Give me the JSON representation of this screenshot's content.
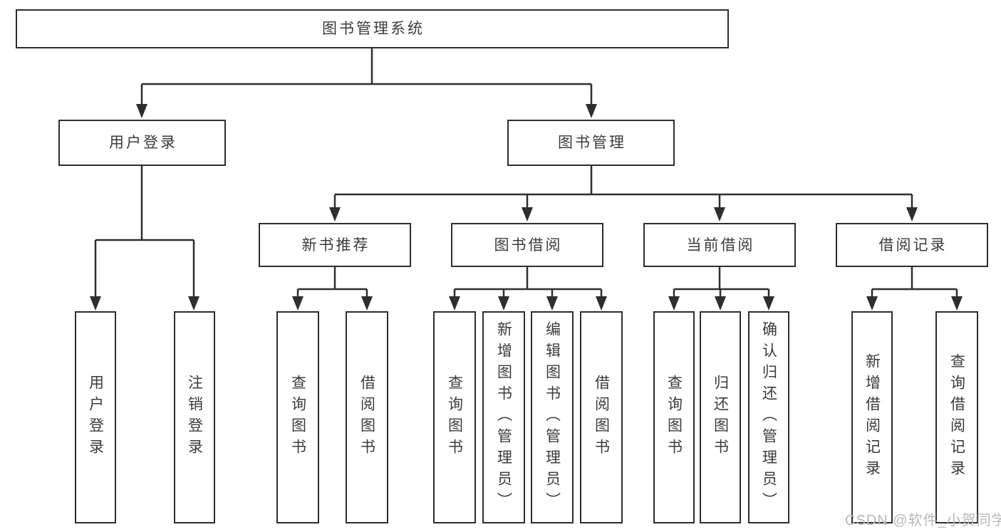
{
  "diagram": {
    "root": "图书管理系统",
    "level2": [
      "用户登录",
      "图书管理"
    ],
    "level3": [
      "新书推荐",
      "图书借阅",
      "当前借阅",
      "借阅记录"
    ],
    "leaves": {
      "user_login": [
        "用户登录",
        "注销登录"
      ],
      "new_book": [
        "查询图书",
        "借阅图书"
      ],
      "book_borrow": [
        "查询图书",
        "新增图书（管理员）",
        "编辑图书（管理员）",
        "借阅图书"
      ],
      "current_borrow": [
        "查询图书",
        "归还图书",
        "确认归还（管理员）"
      ],
      "borrow_records": [
        "新增借阅记录",
        "查询借阅记录"
      ]
    },
    "watermark": "CSDN @软件_小贺同学",
    "colors": {
      "line": "#2e2e2e",
      "text": "#3b3b3b",
      "watermark": "#b8b8b8"
    }
  }
}
